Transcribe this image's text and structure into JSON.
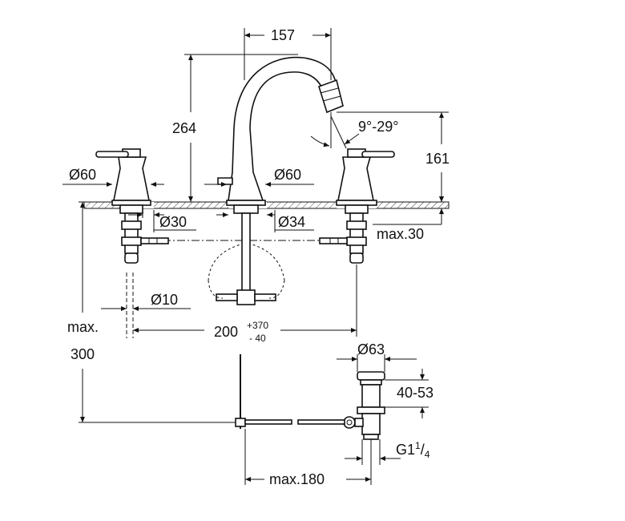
{
  "dimensions": {
    "spout_reach": "157",
    "spout_height": "264",
    "spout_angle": "9°-29°",
    "handle_height": "161",
    "handle_base_diameter": "Ø60",
    "spout_base_diameter": "Ø60",
    "handle_hole_diameter": "Ø30",
    "spout_hole_diameter": "Ø34",
    "deck_thickness": "max.30",
    "hose_diameter": "Ø10",
    "spread_main": "200",
    "spread_plus": "+370",
    "spread_minus": "- 40",
    "max_label": "max.",
    "max_depth": "300",
    "drain_diameter": "Ø63",
    "drain_range": "40-53",
    "thread_main": "G1",
    "thread_num": "1",
    "thread_den": "4",
    "rod_length": "max.180"
  },
  "colors": {
    "line": "#111111",
    "background": "#ffffff"
  }
}
